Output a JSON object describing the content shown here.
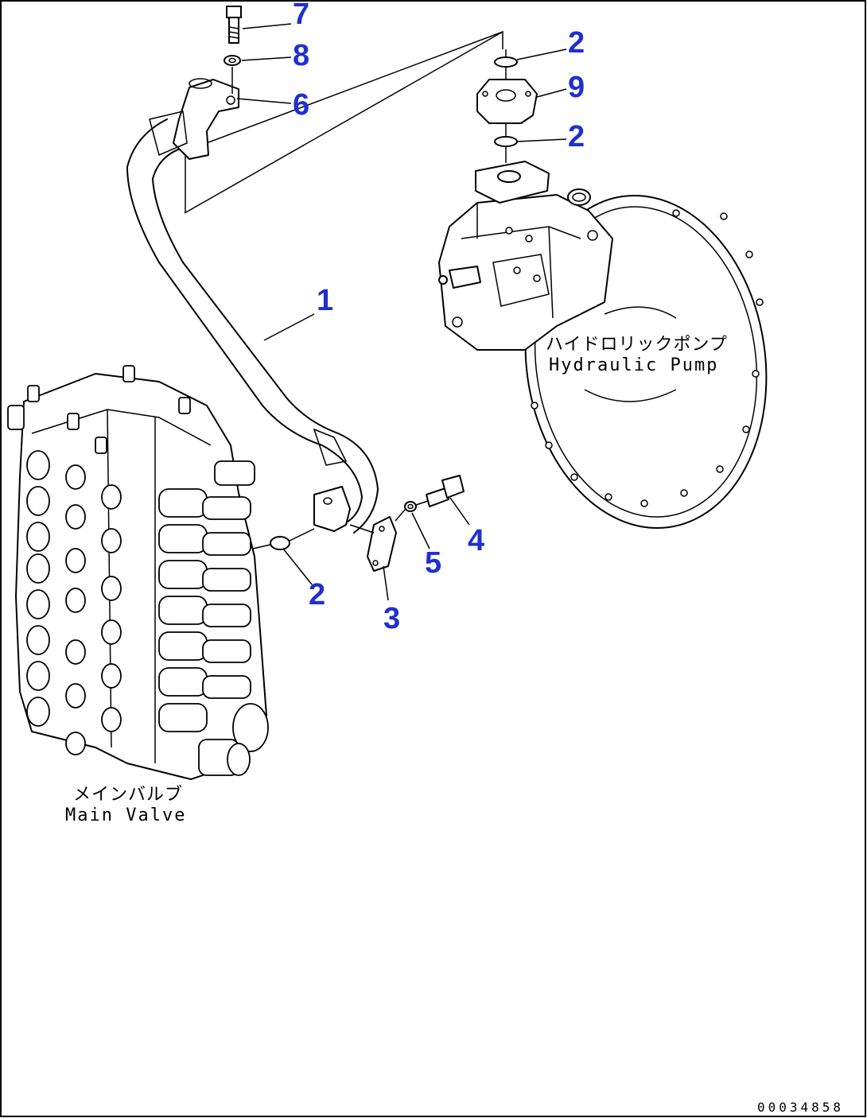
{
  "diagram": {
    "drawing_number": "00034858",
    "callouts": [
      "1",
      "2",
      "2",
      "2",
      "3",
      "4",
      "5",
      "6",
      "7",
      "8",
      "9"
    ],
    "components": {
      "hydraulic_pump": {
        "label_jp": "ハイドロリックポンプ",
        "label_en": "Hydraulic Pump"
      },
      "main_valve": {
        "label_jp": "メインバルブ",
        "label_en": "Main Valve"
      }
    },
    "colors": {
      "callout": "#1f2fd0",
      "line": "#000000",
      "background": "#ffffff"
    }
  }
}
